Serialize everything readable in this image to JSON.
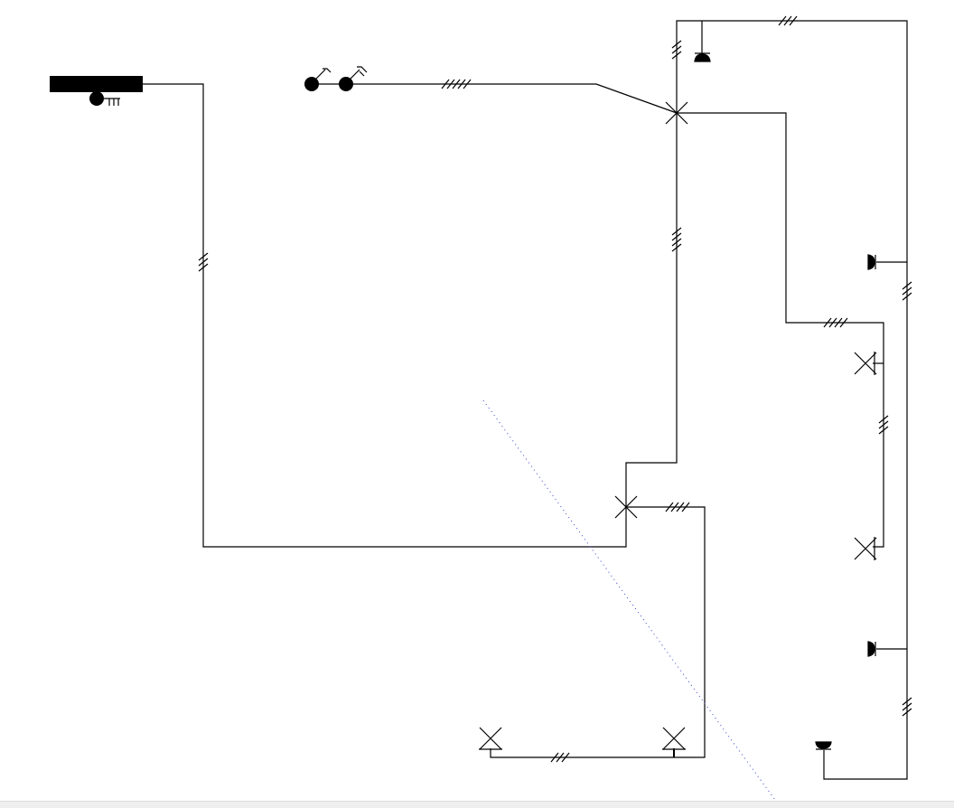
{
  "diagram": {
    "type": "electrical-wiring-plan",
    "colors": {
      "wire": "#000000",
      "background": "#ffffff",
      "guide_line": "#3344cc",
      "status_bar": "#efefef"
    },
    "symbols": [
      "distribution-board-icon",
      "key-switch-icon",
      "double-switch-icon",
      "junction-box-icon",
      "ceiling-lamp-icon",
      "wall-lamp-icon",
      "pendant-lamp-icon"
    ],
    "wire_tick_counts": [
      3,
      5,
      3,
      3,
      4,
      4,
      3,
      3,
      3,
      4,
      3
    ]
  }
}
